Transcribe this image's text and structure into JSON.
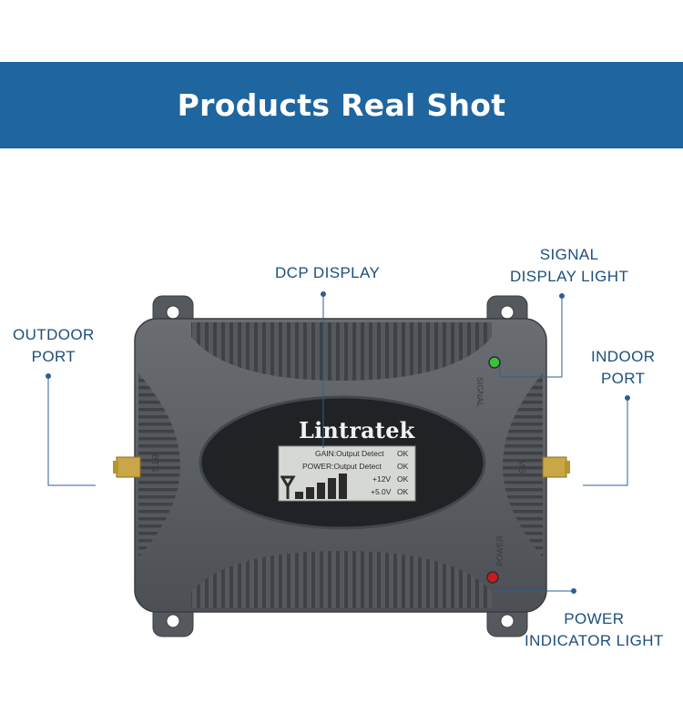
{
  "header": {
    "title": "Products Real Shot"
  },
  "callouts": {
    "outdoor_port": [
      "OUTDOOR",
      "PORT"
    ],
    "dcp_display": [
      "DCP DISPLAY"
    ],
    "signal_light": [
      "SIGNAL",
      "DISPLAY LIGHT"
    ],
    "indoor_port": [
      "INDOOR",
      "PORT"
    ],
    "power_light": [
      "POWER",
      "INDICATOR LIGHT"
    ]
  },
  "device": {
    "brand": "Lintratek",
    "lcd": {
      "line1": "GAIN:Output Detect",
      "line1_status": "OK",
      "line2": "POWER:Output Detect",
      "line2_status": "OK",
      "line3": "+12V",
      "line3_status": "OK",
      "line4": "+5.0V",
      "line4_status": "OK",
      "signal_bars": 5
    },
    "port_labels": {
      "bts": "BTS",
      "ms": "MS"
    },
    "indicator_labels": {
      "signal": "SIGNAL",
      "power": "POWER"
    },
    "colors": {
      "signal_led": "#3fbf3f",
      "power_led": "#cc1a1a",
      "body": "#5d6166"
    }
  }
}
